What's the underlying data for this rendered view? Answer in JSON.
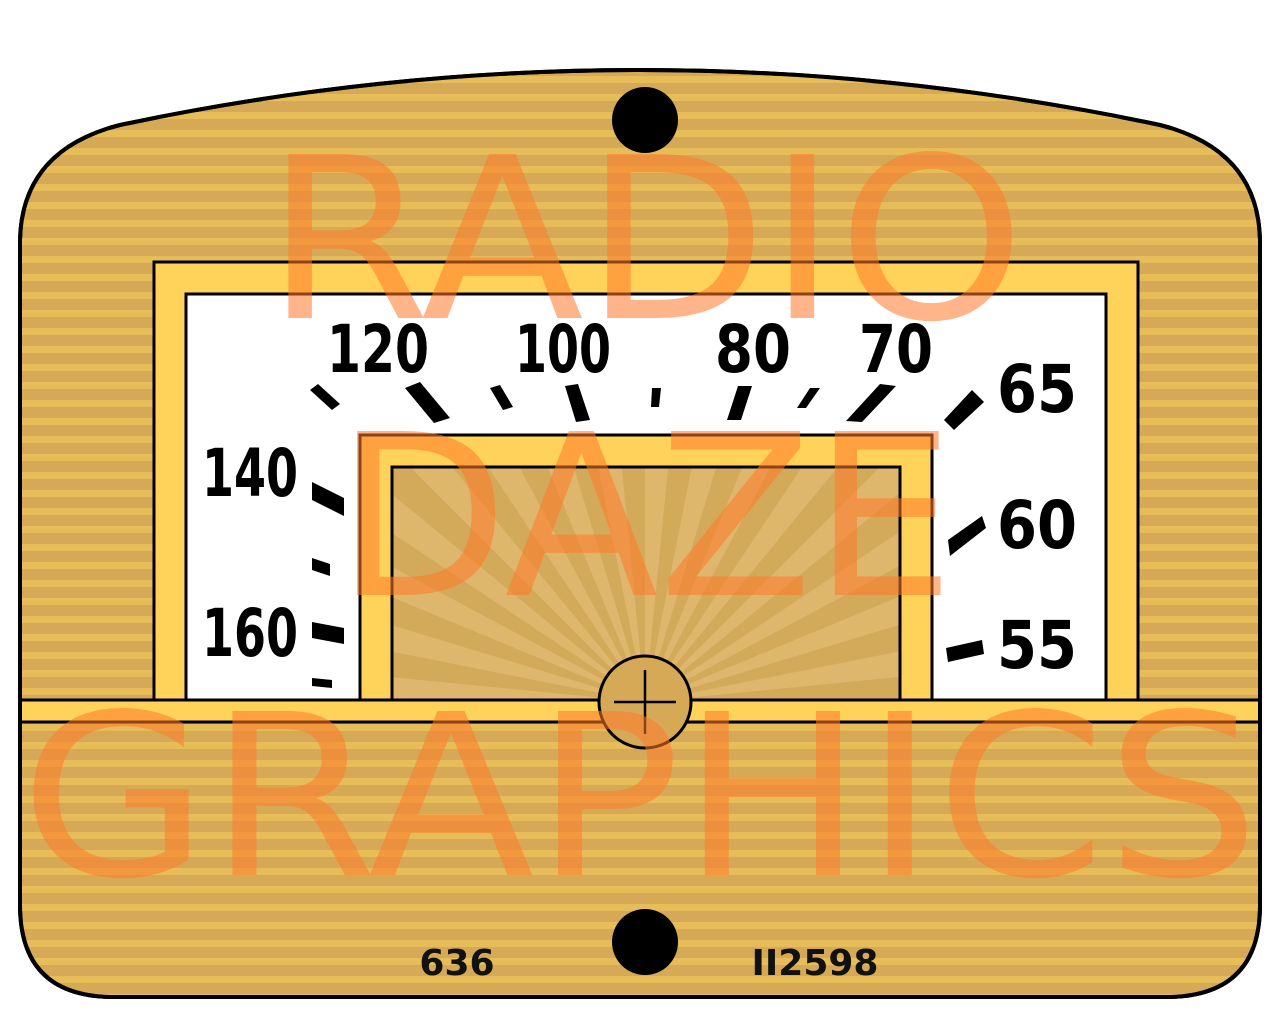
{
  "dial_numbers": {
    "n120": "120",
    "n100": "100",
    "n80": "80",
    "n70": "70",
    "n65": "65",
    "n140": "140",
    "n60": "60",
    "n160": "160",
    "n55": "55"
  },
  "bottom_labels": {
    "left": "636",
    "right": "II2598"
  },
  "watermark": {
    "line1": "RADIO",
    "line2": "DAZE",
    "line3": "GRAPHICS"
  },
  "colors": {
    "faceplate": "#d6a957",
    "stripe": "#e7bd5a",
    "frame_yellow": "#ffd35a",
    "dial_white": "#ffffff",
    "window_fill": "#d3a95a",
    "watermark": "#ff7a2a"
  },
  "icons": {
    "knob": "crosshair-knob-icon",
    "mount_hole": "mount-hole-icon"
  }
}
